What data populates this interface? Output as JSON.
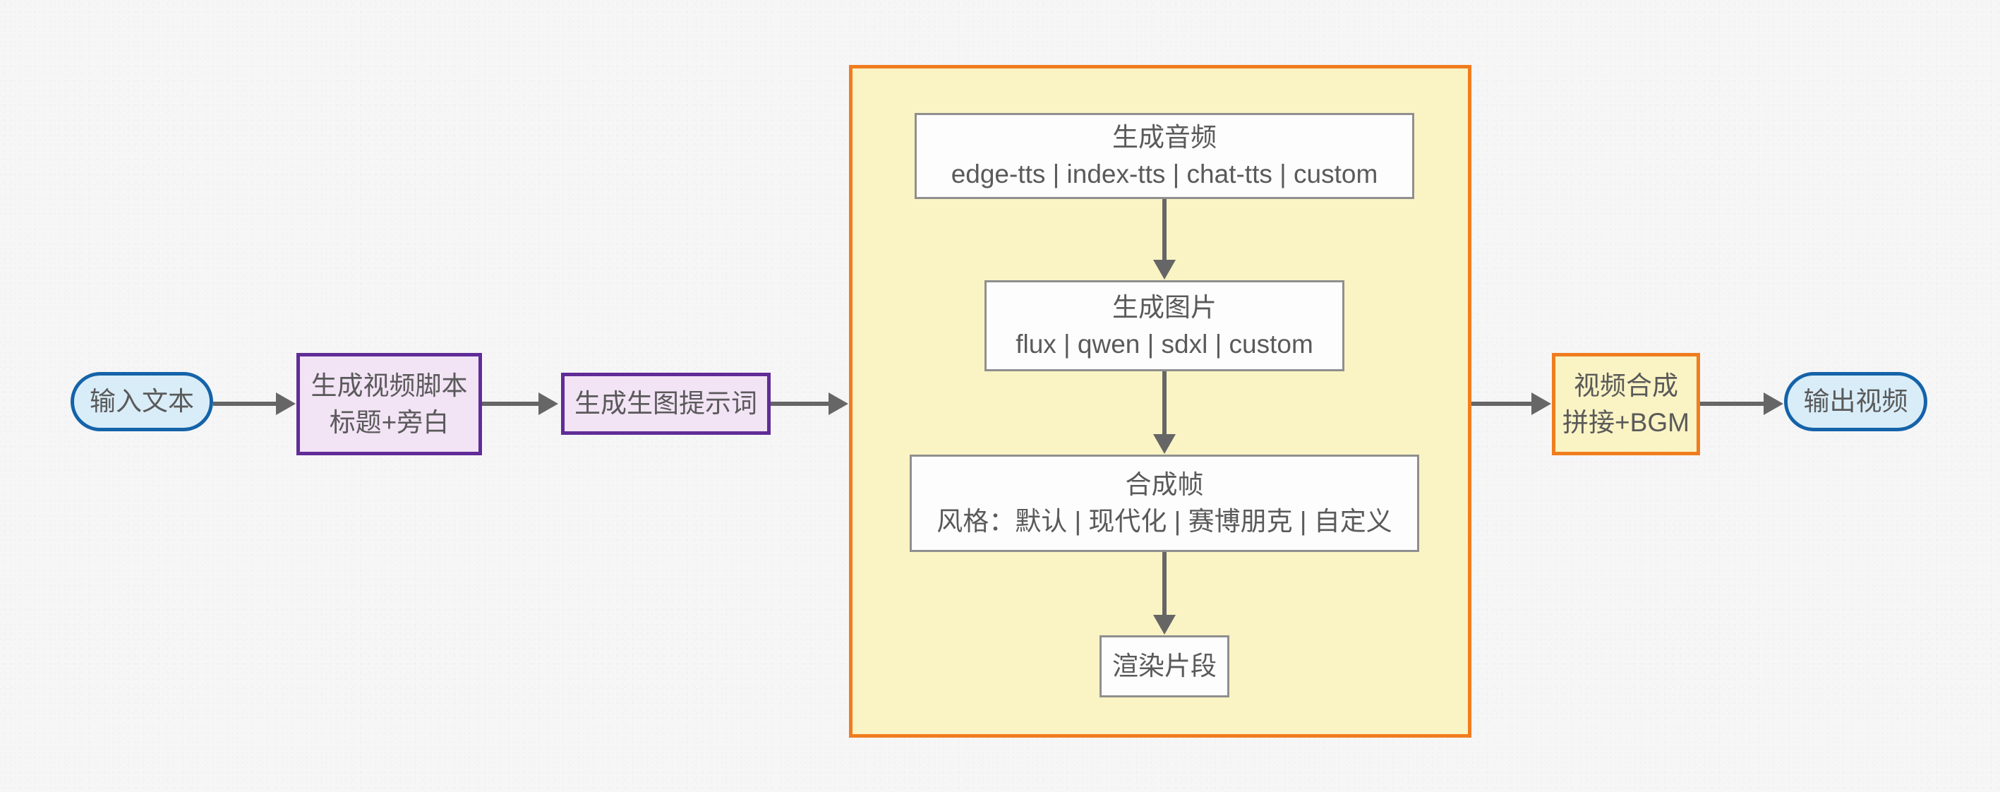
{
  "diagram": {
    "nodes": {
      "input": {
        "label": "输入文本"
      },
      "script": {
        "line1": "生成视频脚本",
        "line2": "标题+旁白"
      },
      "prompt": {
        "label": "生成生图提示词"
      },
      "audio": {
        "line1": "生成音频",
        "line2": "edge-tts | index-tts | chat-tts | custom"
      },
      "image": {
        "line1": "生成图片",
        "line2": "flux | qwen | sdxl | custom"
      },
      "frame": {
        "line1": "合成帧",
        "line2": "风格：默认 | 现代化 | 赛博朋克 | 自定义"
      },
      "render": {
        "label": "渲染片段"
      },
      "compose": {
        "line1": "视频合成",
        "line2": "拼接+BGM"
      },
      "output": {
        "label": "输出视频"
      }
    },
    "colors": {
      "terminal_border": "#1563a9",
      "terminal_fill": "#d9edf9",
      "process_border": "#612c97",
      "process_fill": "#f2e3f5",
      "stage_border": "#f07d1e",
      "stage_fill": "#faf3c4",
      "subprocess_border": "#8f8f8f",
      "subprocess_fill": "#fdfdfd",
      "arrow": "#666666",
      "text": "#5a5a5a",
      "background": "#f6f6f7"
    }
  }
}
